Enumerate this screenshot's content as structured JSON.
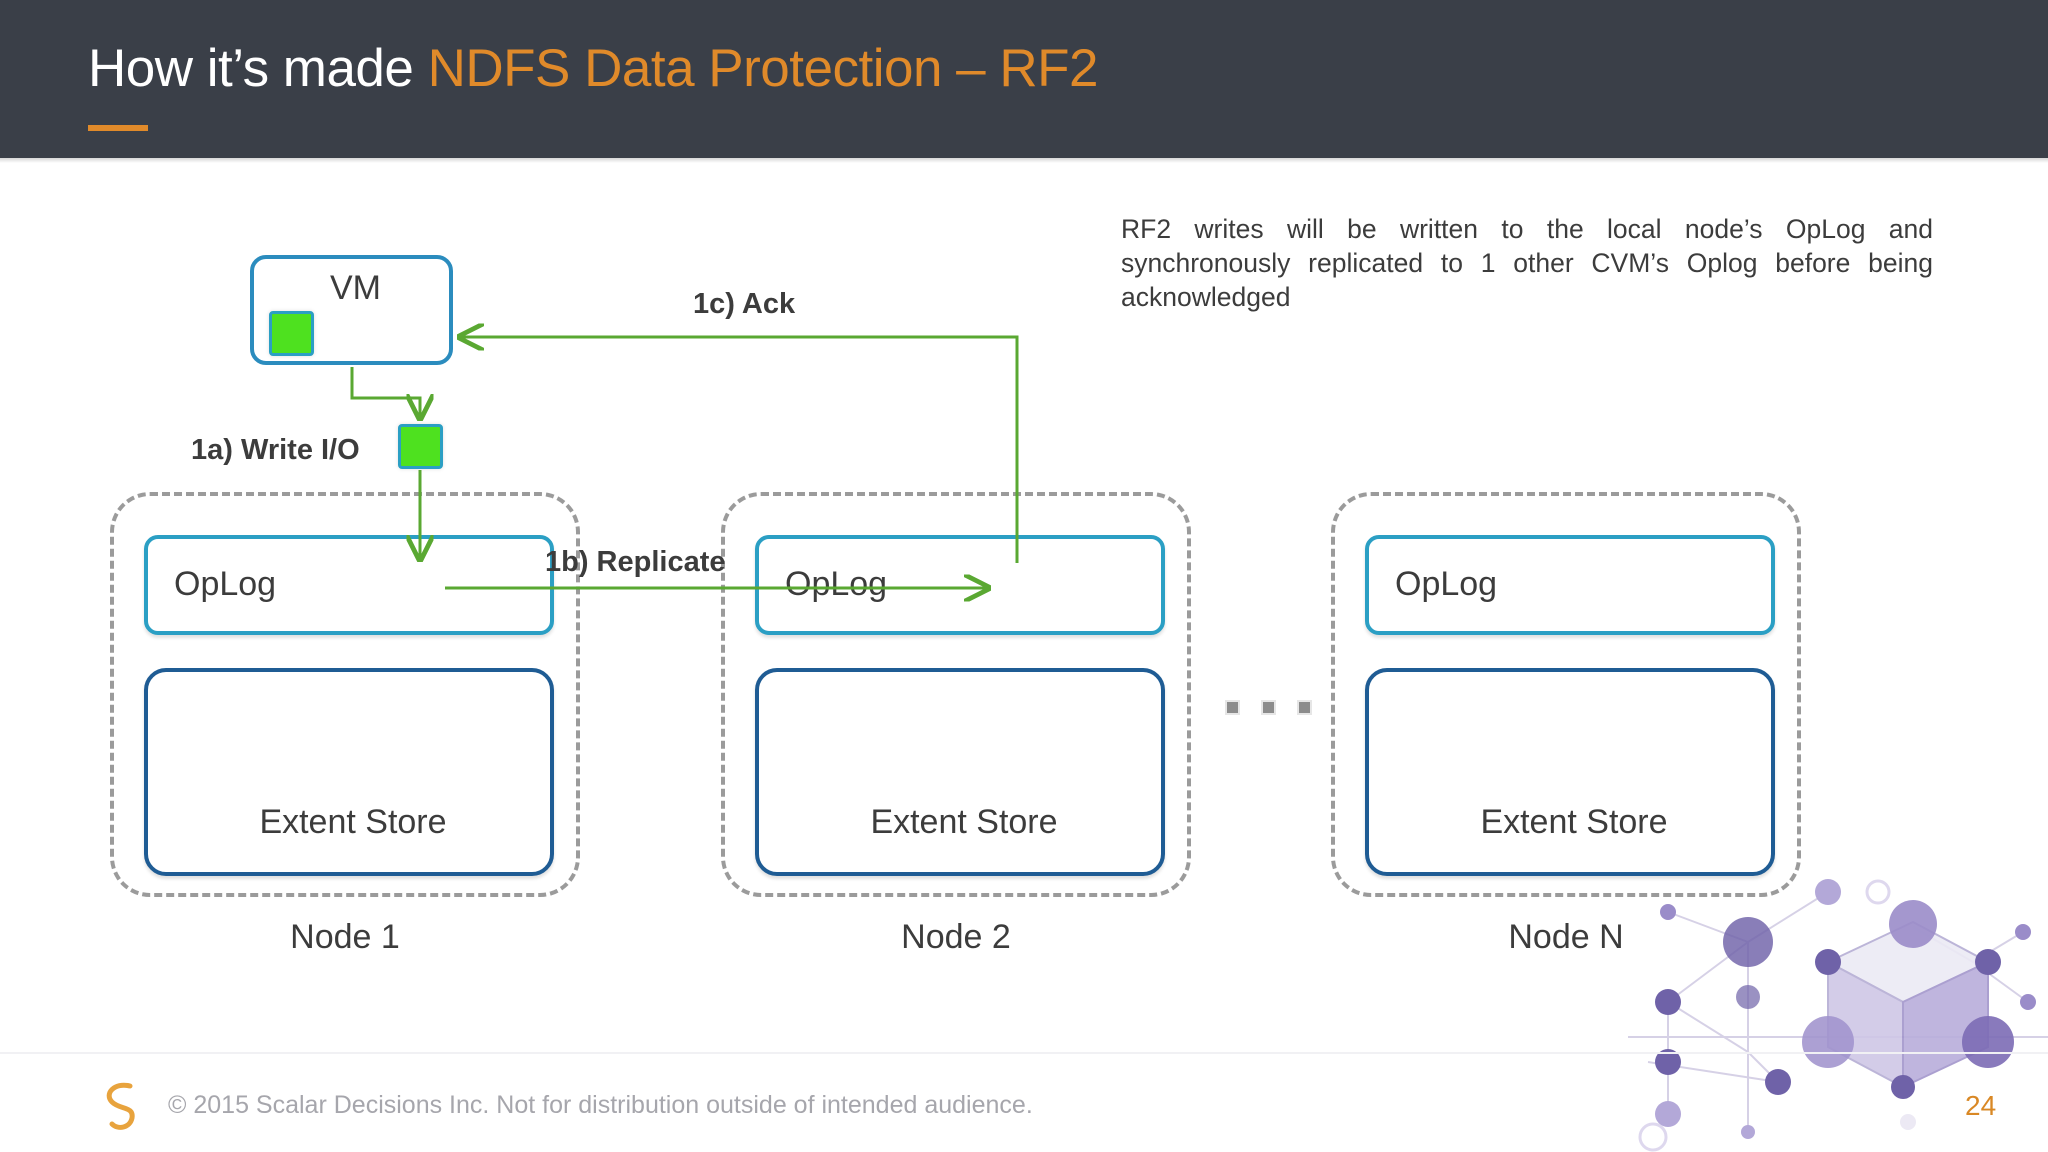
{
  "header": {
    "title_plain": "How it’s made ",
    "title_accent": "NDFS Data Protection – RF2",
    "bar_color": "#3a3f48",
    "accent_color": "#e08a2a"
  },
  "note": {
    "text": "RF2 writes will be written to the local node’s OpLog and synchronously replicated to 1 other CVM’s Oplog before being acknowledged"
  },
  "diagram": {
    "vm_label": "VM",
    "flows": {
      "write": "1a) Write I/O",
      "replicate": "1b) Replicate",
      "ack": "1c) Ack"
    },
    "nodes": [
      {
        "name": "Node 1",
        "oplog": "OpLog",
        "extent": "Extent Store"
      },
      {
        "name": "Node 2",
        "oplog": "OpLog",
        "extent": "Extent Store"
      },
      {
        "name": "Node N",
        "oplog": "OpLog",
        "extent": "Extent Store"
      }
    ],
    "ellipsis": "...",
    "colors": {
      "green_block": "#4ee11f",
      "oplog_border": "#2b9fc4",
      "extent_border": "#1f5c94",
      "vm_border": "#2b8cbe",
      "node_border": "#9b9b9b",
      "arrow": "#5aa832"
    }
  },
  "footer": {
    "copyright": "© 2015 Scalar Decisions Inc. Not for distribution outside of intended audience.",
    "page_number": "24",
    "logo_color": "#e8a33d"
  }
}
